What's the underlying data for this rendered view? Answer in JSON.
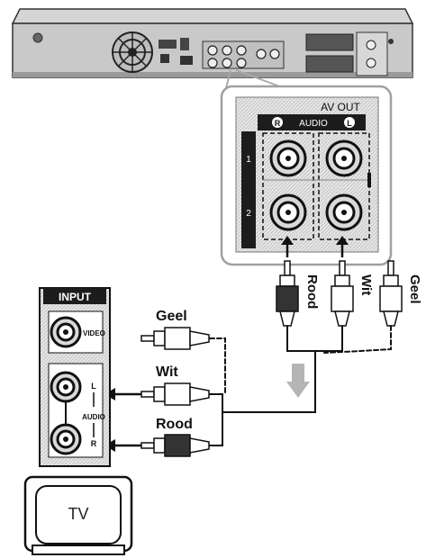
{
  "av_panel": {
    "title": "AV OUT",
    "audio_label": "AUDIO",
    "right_marker": "R",
    "left_marker": "L",
    "row_1": "1",
    "row_2": "2"
  },
  "plugs_vertical": {
    "red": "Rood",
    "white": "Wit",
    "yellow": "Geel"
  },
  "plugs_horizontal": {
    "yellow": "Geel",
    "white": "Wit",
    "red": "Rood"
  },
  "tv_input_panel": {
    "title": "INPUT",
    "video": "VIDEO",
    "left": "L",
    "audio": "AUDIO",
    "right": "R"
  },
  "tv": {
    "label": "TV"
  }
}
